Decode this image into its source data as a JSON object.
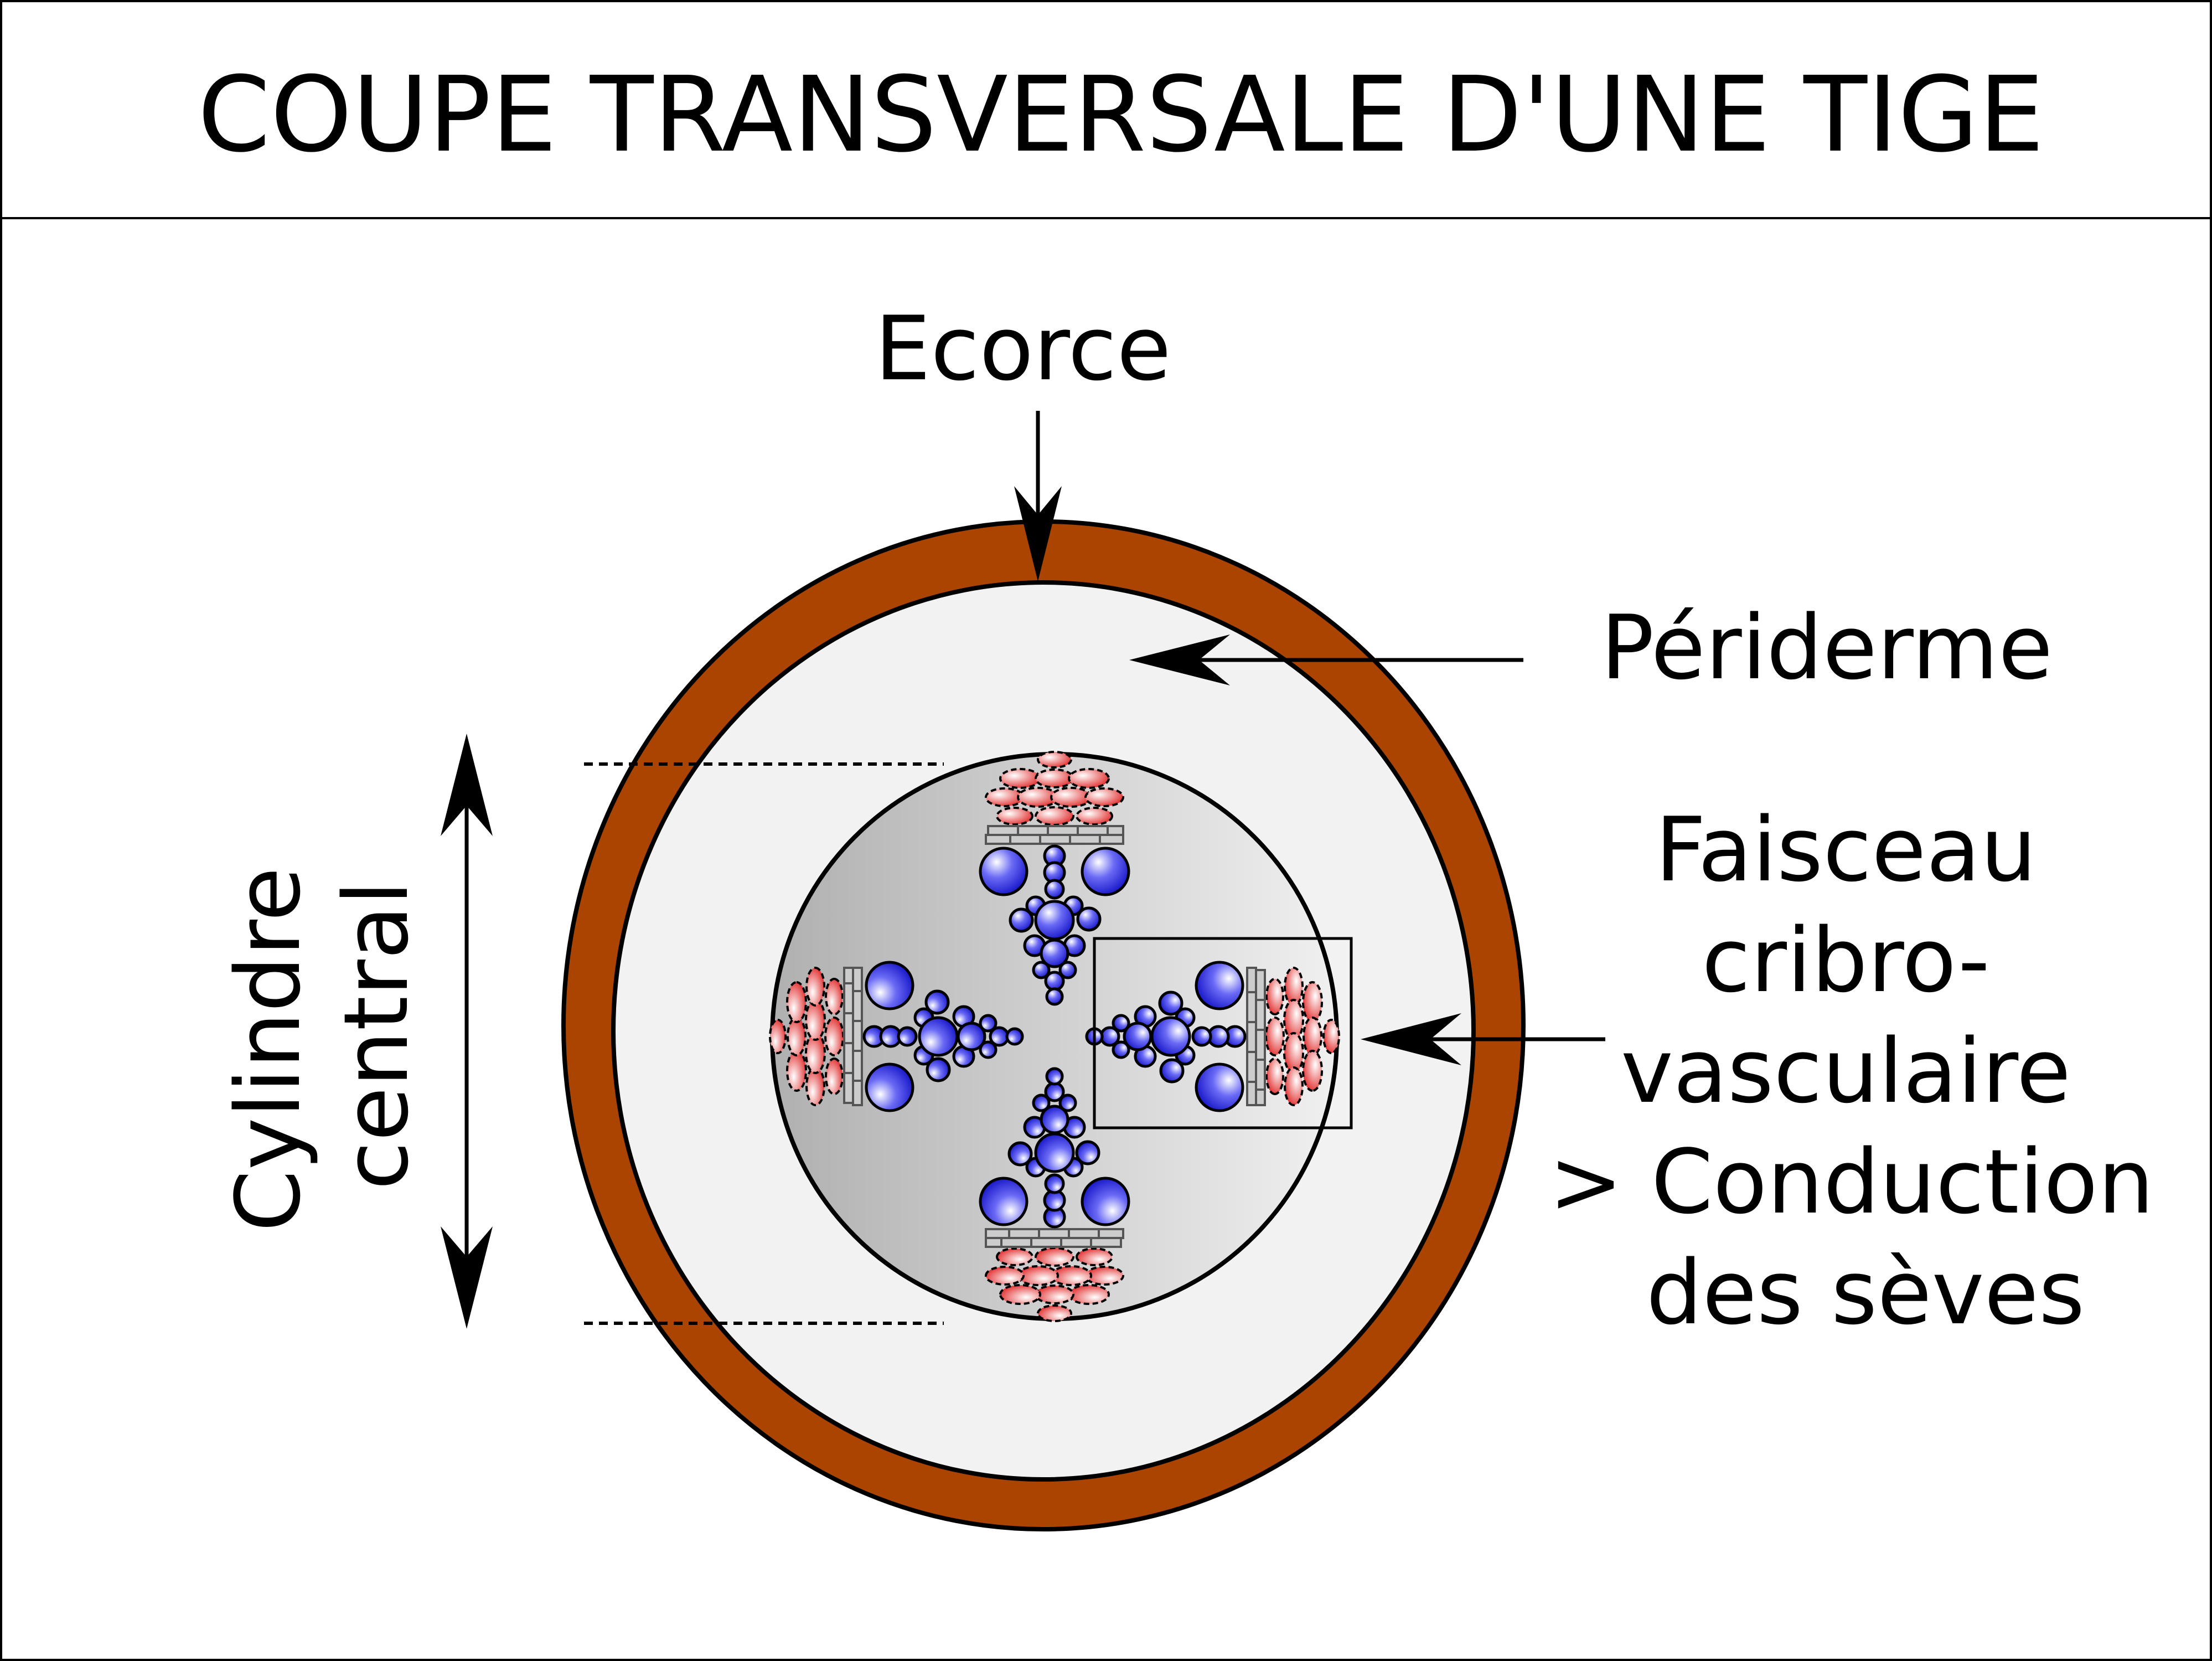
{
  "title": "COUPE TRANSVERSALE D'UNE TIGE",
  "labels": {
    "ecorce": "Ecorce",
    "periderme": "Périderme",
    "cylindre": [
      "Cylindre",
      "central"
    ],
    "faisceau": [
      "Faisceau",
      "cribro-",
      "vasculaire",
      "> Conduction",
      "des sèves"
    ]
  },
  "colors": {
    "bark": "#aa4400",
    "cortex": "#f2f2f2",
    "xylem": "#3333ee",
    "phloem": "#ee3333",
    "cambium": "#cccccc"
  }
}
